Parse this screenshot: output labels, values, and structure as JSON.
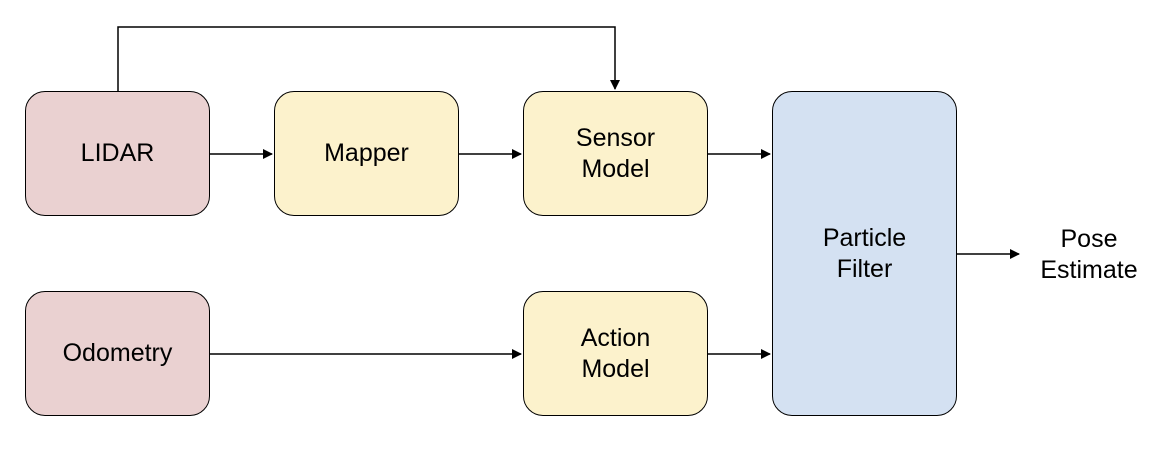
{
  "nodes": {
    "lidar": {
      "label": "LIDAR",
      "fill": "#ead1d1"
    },
    "mapper": {
      "label": "Mapper",
      "fill": "#fcf2cc"
    },
    "sensor": {
      "label": "Sensor\nModel",
      "fill": "#fcf2cc"
    },
    "odometry": {
      "label": "Odometry",
      "fill": "#ead1d1"
    },
    "action": {
      "label": "Action\nModel",
      "fill": "#fcf2cc"
    },
    "particle": {
      "label": "Particle\nFilter",
      "fill": "#d4e1f2"
    }
  },
  "output": {
    "label": "Pose\nEstimate"
  },
  "edges": [
    {
      "from": "lidar",
      "to": "mapper"
    },
    {
      "from": "mapper",
      "to": "sensor"
    },
    {
      "from": "lidar",
      "to": "sensor",
      "route": "over-top"
    },
    {
      "from": "sensor",
      "to": "particle"
    },
    {
      "from": "odometry",
      "to": "action"
    },
    {
      "from": "action",
      "to": "particle"
    },
    {
      "from": "particle",
      "to": "output"
    }
  ],
  "colors": {
    "stroke": "#000000",
    "text": "#000000"
  }
}
